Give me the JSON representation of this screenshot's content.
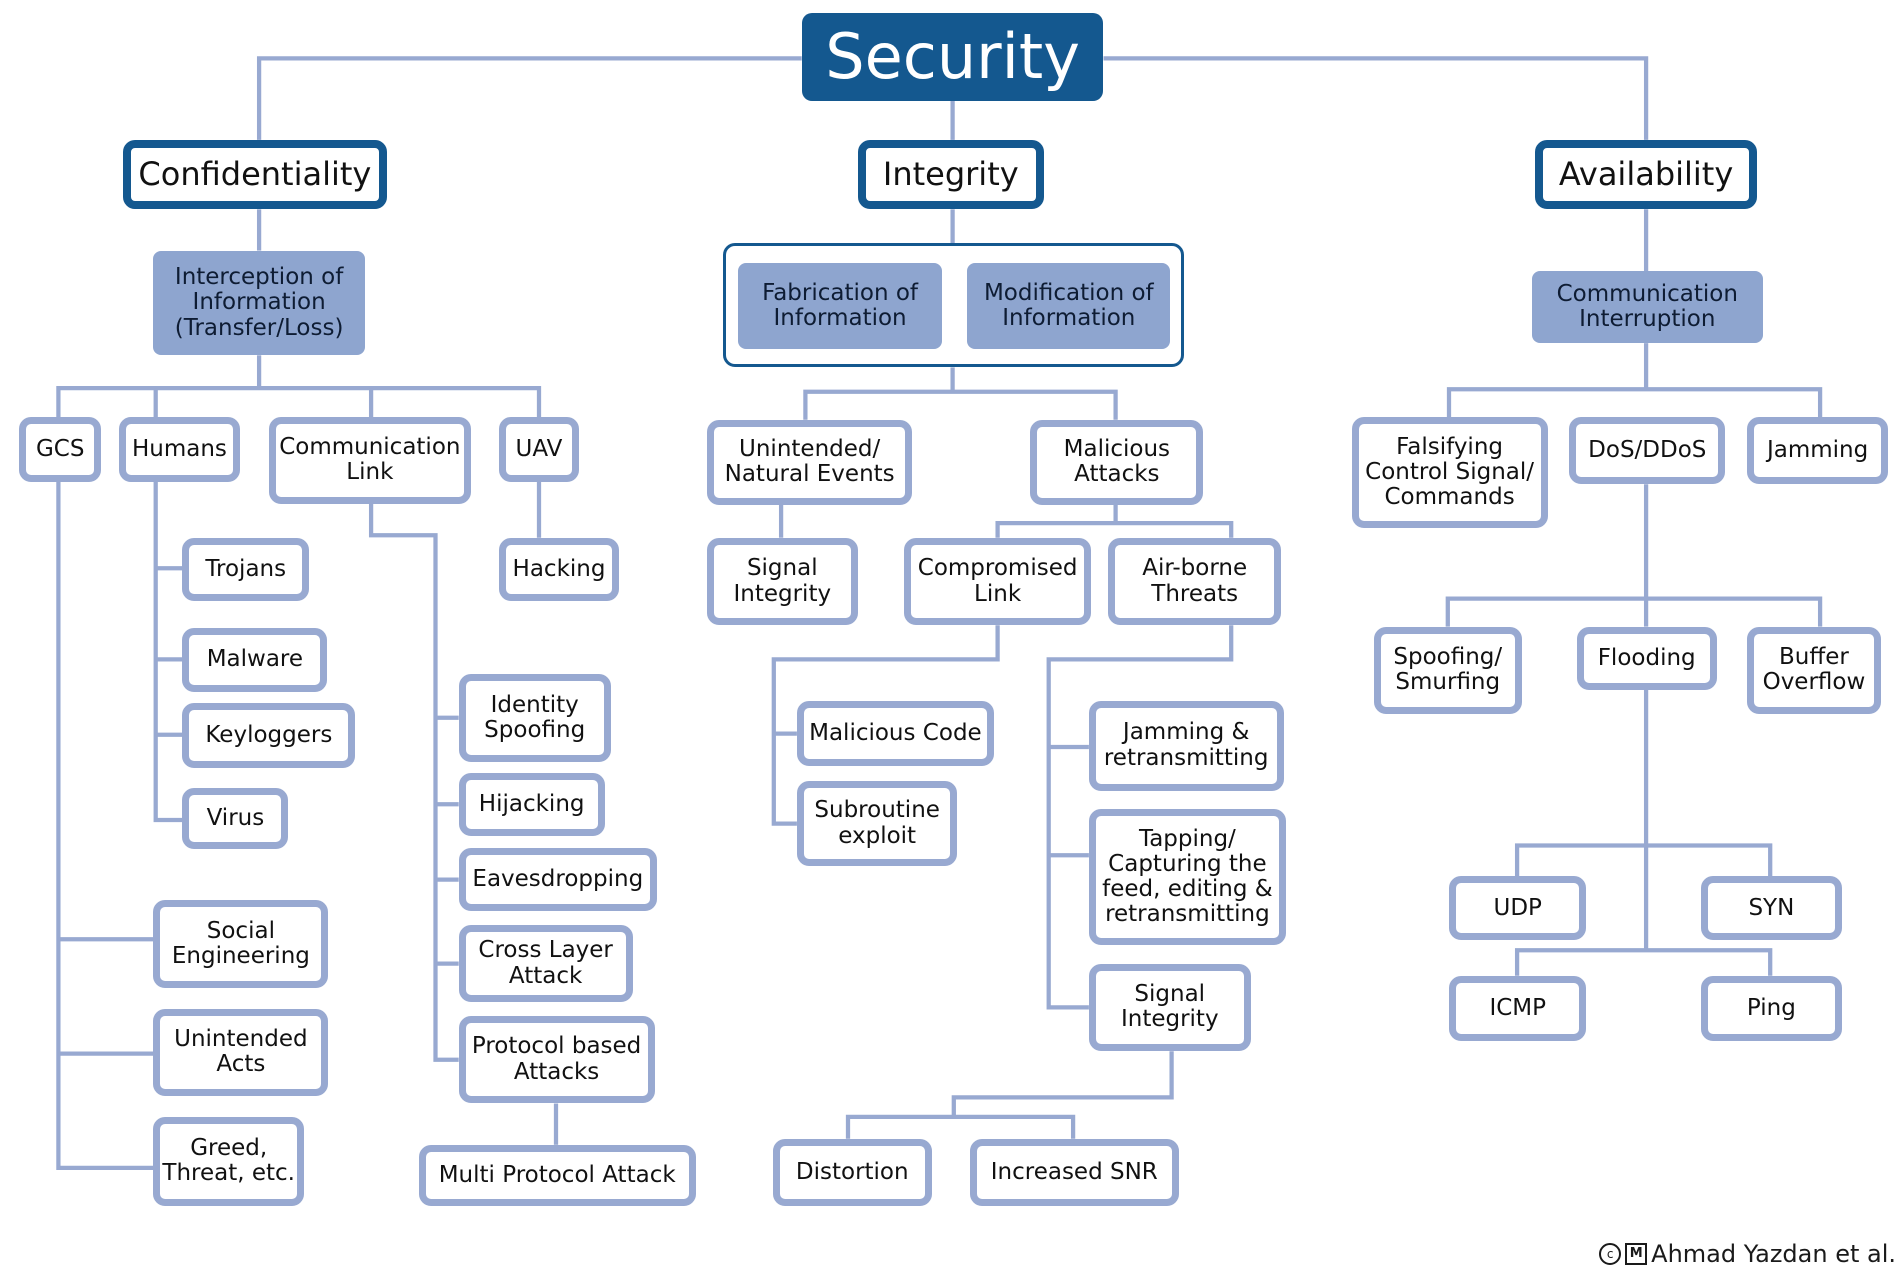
{
  "colors": {
    "link": "#98a9d1",
    "primary": "#14588f",
    "category_fill": "#8ea5cf"
  },
  "nodes": {
    "security": "Security",
    "confidentiality": "Confidentiality",
    "integrity": "Integrity",
    "availability": "Availability",
    "interception": "Interception of\nInformation\n(Transfer/Loss)",
    "fabrication": "Fabrication of\nInformation",
    "modification": "Modification of\nInformation",
    "comm_interruption": "Communication\nInterruption",
    "gcs": "GCS",
    "humans": "Humans",
    "comm_link": "Communication\nLink",
    "uav": "UAV",
    "trojans": "Trojans",
    "malware": "Malware",
    "keyloggers": "Keyloggers",
    "virus": "Virus",
    "hacking": "Hacking",
    "identity_spoofing": "Identity\nSpoofing",
    "hijacking": "Hijacking",
    "eavesdropping": "Eavesdropping",
    "cross_layer": "Cross Layer\nAttack",
    "protocol_based": "Protocol based\nAttacks",
    "multi_protocol": "Multi Protocol Attack",
    "social_engineering": "Social\nEngineering",
    "unintended_acts": "Unintended\nActs",
    "greed": "Greed,\nThreat, etc.",
    "unintended_natural": "Unintended/\nNatural Events",
    "malicious_attacks": "Malicious\nAttacks",
    "signal_integrity_left": "Signal\nIntegrity",
    "compromised_link": "Compromised\nLink",
    "airborne_threats": "Air-borne\nThreats",
    "malicious_code": "Malicious Code",
    "subroutine_exploit": "Subroutine\nexploit",
    "jamming_retransmitting": "Jamming &\nretransmitting",
    "tapping": "Tapping/\nCapturing the\nfeed, editing &\nretransmitting",
    "signal_integrity_right": "Signal\nIntegrity",
    "distortion": "Distortion",
    "increased_snr": "Increased SNR",
    "falsifying": "Falsifying\nControl Signal/\nCommands",
    "dos_ddos": "DoS/DDoS",
    "jamming": "Jamming",
    "spoofing_smurfing": "Spoofing/\nSmurfing",
    "flooding": "Flooding",
    "buffer_overflow": "Buffer\nOverflow",
    "udp": "UDP",
    "syn": "SYN",
    "icmp": "ICMP",
    "ping": "Ping"
  },
  "credit": {
    "text": "Ahmad Yazdan et al."
  }
}
